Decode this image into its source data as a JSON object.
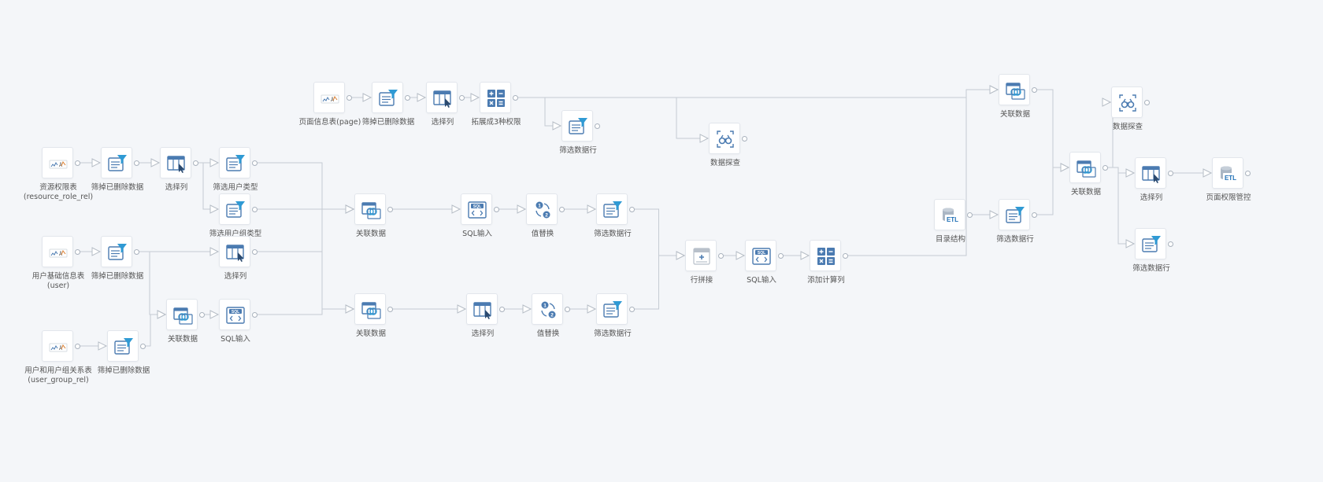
{
  "nodes": [
    {
      "id": "n1",
      "icon": "source",
      "label1": "资源权限表",
      "label2": "(resource_role_rel)"
    },
    {
      "id": "n2",
      "icon": "filter-form",
      "label1": "筛掉已删除数据"
    },
    {
      "id": "n3",
      "icon": "select-column",
      "label1": "选择列"
    },
    {
      "id": "n4",
      "icon": "filter-form",
      "label1": "筛选用户类型"
    },
    {
      "id": "n5",
      "icon": "filter-form",
      "label1": "筛选用户组类型"
    },
    {
      "id": "n6",
      "icon": "source",
      "label1": "用户基础信息表",
      "label2": "(user)"
    },
    {
      "id": "n7",
      "icon": "filter-form",
      "label1": "筛掉已删除数据"
    },
    {
      "id": "n8",
      "icon": "select-column",
      "label1": "选择列"
    },
    {
      "id": "n9",
      "icon": "source",
      "label1": "用户和用户组关系表",
      "label2": "(user_group_rel)"
    },
    {
      "id": "n10",
      "icon": "filter-form",
      "label1": "筛掉已删除数据"
    },
    {
      "id": "n11",
      "icon": "join",
      "label1": "关联数据"
    },
    {
      "id": "n12",
      "icon": "sql",
      "label1": "SQL输入"
    },
    {
      "id": "n13",
      "icon": "source",
      "label1": "页面信息表(page)"
    },
    {
      "id": "n14",
      "icon": "filter-form",
      "label1": "筛掉已删除数据"
    },
    {
      "id": "n15",
      "icon": "select-column",
      "label1": "选择列"
    },
    {
      "id": "n16",
      "icon": "calc",
      "label1": "拓展成3种权限"
    },
    {
      "id": "n17",
      "icon": "filter-form",
      "label1": "筛选数据行"
    },
    {
      "id": "n18",
      "icon": "explore",
      "label1": "数据探查"
    },
    {
      "id": "n19",
      "icon": "join",
      "label1": "关联数据"
    },
    {
      "id": "n20",
      "icon": "sql",
      "label1": "SQL输入"
    },
    {
      "id": "n21",
      "icon": "replace",
      "label1": "值替换"
    },
    {
      "id": "n22",
      "icon": "filter-form",
      "label1": "筛选数据行"
    },
    {
      "id": "n23",
      "icon": "join",
      "label1": "关联数据"
    },
    {
      "id": "n24",
      "icon": "select-column",
      "label1": "选择列"
    },
    {
      "id": "n25",
      "icon": "replace",
      "label1": "值替换"
    },
    {
      "id": "n26",
      "icon": "filter-form",
      "label1": "筛选数据行"
    },
    {
      "id": "n27",
      "icon": "union",
      "label1": "行拼接"
    },
    {
      "id": "n28",
      "icon": "sql",
      "label1": "SQL输入"
    },
    {
      "id": "n29",
      "icon": "calc",
      "label1": "添加计算列"
    },
    {
      "id": "n30",
      "icon": "join",
      "label1": "关联数据"
    },
    {
      "id": "n31",
      "icon": "etl",
      "label1": "目录结构"
    },
    {
      "id": "n32",
      "icon": "filter-form",
      "label1": "筛选数据行"
    },
    {
      "id": "n33",
      "icon": "join",
      "label1": "关联数据"
    },
    {
      "id": "n34",
      "icon": "explore",
      "label1": "数据探查"
    },
    {
      "id": "n35",
      "icon": "select-column",
      "label1": "选择列"
    },
    {
      "id": "n36",
      "icon": "etl",
      "label1": "页面权限管控"
    },
    {
      "id": "n37",
      "icon": "filter-form",
      "label1": "筛选数据行"
    }
  ],
  "edges": [
    [
      "n1",
      "n2"
    ],
    [
      "n2",
      "n3"
    ],
    [
      "n3",
      "n4"
    ],
    [
      "n3",
      "n5"
    ],
    [
      "n6",
      "n7"
    ],
    [
      "n7",
      "n8"
    ],
    [
      "n7",
      "n11"
    ],
    [
      "n9",
      "n10"
    ],
    [
      "n10",
      "n11"
    ],
    [
      "n11",
      "n12"
    ],
    [
      "n4",
      "n19"
    ],
    [
      "n5",
      "n19"
    ],
    [
      "n8",
      "n19"
    ],
    [
      "n8",
      "n23"
    ],
    [
      "n12",
      "n23"
    ],
    [
      "n13",
      "n14"
    ],
    [
      "n14",
      "n15"
    ],
    [
      "n15",
      "n16"
    ],
    [
      "n16",
      "n17"
    ],
    [
      "n16",
      "n18"
    ],
    [
      "n16",
      "n30"
    ],
    [
      "n19",
      "n20"
    ],
    [
      "n20",
      "n21"
    ],
    [
      "n21",
      "n22"
    ],
    [
      "n22",
      "n27"
    ],
    [
      "n23",
      "n24"
    ],
    [
      "n24",
      "n25"
    ],
    [
      "n25",
      "n26"
    ],
    [
      "n26",
      "n27"
    ],
    [
      "n27",
      "n28"
    ],
    [
      "n28",
      "n29"
    ],
    [
      "n29",
      "n30"
    ],
    [
      "n31",
      "n32"
    ],
    [
      "n30",
      "n33"
    ],
    [
      "n32",
      "n33"
    ],
    [
      "n33",
      "n34"
    ],
    [
      "n33",
      "n35"
    ],
    [
      "n33",
      "n37"
    ],
    [
      "n35",
      "n36"
    ]
  ],
  "colors": {
    "edge": "#c5cbd3",
    "icon": "#4b7bb1",
    "accent": "#2f9ad4"
  }
}
